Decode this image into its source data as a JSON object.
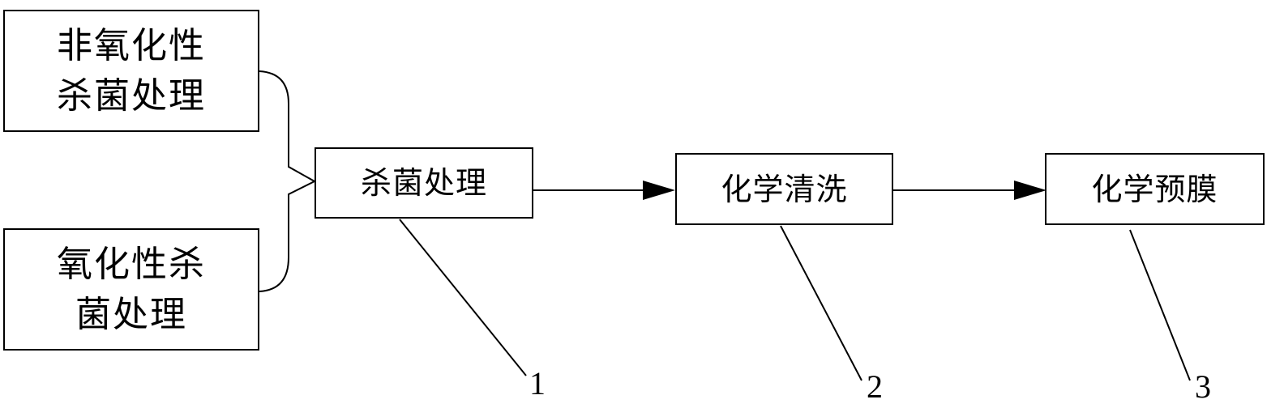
{
  "diagram": {
    "boxes": {
      "non_oxidizing": "非氧化性\n杀菌处理",
      "oxidizing": "氧化性杀\n菌处理",
      "sterilization": "杀菌处理",
      "chemical_cleaning": "化学清洗",
      "chemical_prefilm": "化学预膜"
    },
    "labels": {
      "step1": "1",
      "step2": "2",
      "step3": "3"
    },
    "colors": {
      "line": "#000000",
      "background": "#ffffff"
    }
  }
}
